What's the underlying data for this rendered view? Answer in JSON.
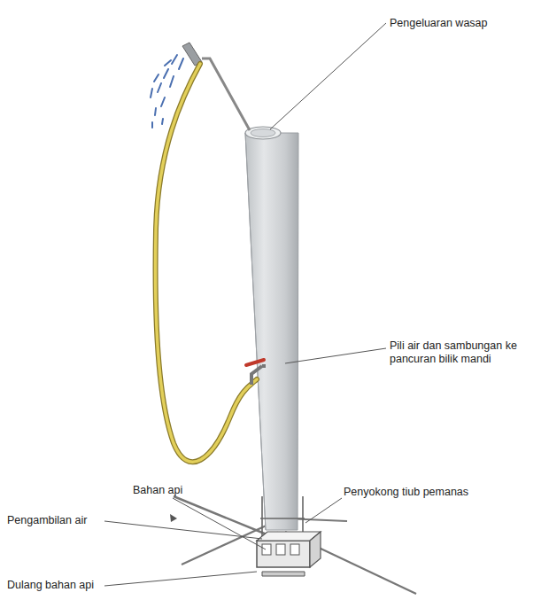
{
  "diagram": {
    "labels": [
      "Pengeluaran wasap",
      "Pili air dan sambungan ke pancuran bilik mandi",
      "Bahan api",
      "Pengambilan air",
      "Penyokong tiub pemanas",
      "Dulang bahan api"
    ]
  }
}
